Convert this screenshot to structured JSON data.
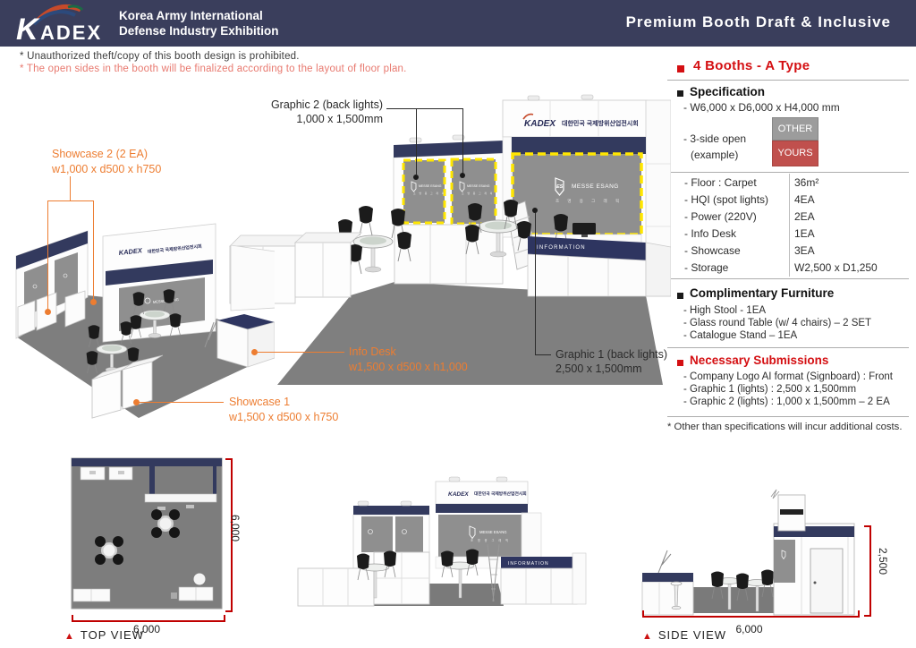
{
  "header": {
    "logo_k": "K",
    "logo_rest": "ADEX",
    "org_line1": "Korea Army International",
    "org_line2": "Defense Industry Exhibition",
    "title": "Premium Booth Draft & Inclusive"
  },
  "notes": {
    "line1": "* Unauthorized theft/copy of this booth design is prohibited.",
    "line2": "* The open sides in the booth will be finalized according to the layout of floor plan."
  },
  "panel": {
    "booth_type": "4 Booths - A Type",
    "spec_title": "Specification",
    "spec_dimension": "- W6,000 x D6,000 x H4,000 mm",
    "side_open_line1": "- 3-side open",
    "side_open_line2": "(example)",
    "other_label": "OTHER",
    "yours_label": "YOURS",
    "spec_rows": [
      {
        "label": "- Floor : Carpet",
        "value": "36m²"
      },
      {
        "label": "- HQI (spot lights)",
        "value": "4EA"
      },
      {
        "label": "- Power (220V)",
        "value": "2EA"
      },
      {
        "label": "-  Info Desk",
        "value": "1EA"
      },
      {
        "label": "-  Showcase",
        "value": "3EA"
      },
      {
        "label": "-  Storage",
        "value": "W2,500 x D1,250"
      }
    ],
    "furniture_title": "Complimentary Furniture",
    "furniture_items": [
      "- High Stool - 1EA",
      "- Glass round Table (w/ 4 chairs) – 2 SET",
      "- Catalogue Stand – 1EA"
    ],
    "submissions_title": "Necessary Submissions",
    "submission_items": [
      "- Company Logo AI format (Signboard) : Front",
      "- Graphic 1 (lights) : 2,500 x 1,500mm",
      "- Graphic 2 (lights) : 1,000 x 1,500mm – 2 EA"
    ],
    "footer_note": "* Other than specifications will incur additional costs."
  },
  "annotations": {
    "showcase2": {
      "line1": "Showcase 2 (2 EA)",
      "line2": "w1,000 x d500 x h750"
    },
    "graphic2": {
      "line1": "Graphic 2 (back lights)",
      "line2": "1,000 x 1,500mm"
    },
    "info_desk": {
      "line1": "Info Desk",
      "line2": "w1,500 x d500 x h1,000"
    },
    "showcase1": {
      "line1": "Showcase 1",
      "line2": "w1,500 x d500 x h750"
    },
    "graphic1": {
      "line1": "Graphic 1 (back lights)",
      "line2": "2,500 x 1,500mm"
    }
  },
  "boothGraphics": {
    "kadex": "KADEX",
    "sign_korean": "대한민국 국제방위산업전시회",
    "messe_esang": "MESSE ESANG",
    "messe_sub": "조 명 용 그 래 픽",
    "shield_text": "ES",
    "information": "INFORMATION"
  },
  "views": {
    "top": {
      "marker": "▲",
      "label": "TOP VIEW",
      "width_dim": "6,000",
      "depth_dim": "6,000"
    },
    "side": {
      "marker": "▲",
      "label": "SIDE VIEW",
      "width_dim": "6,000",
      "height_dim": "2,500"
    }
  },
  "colors": {
    "header_navy": "#3a3e5c",
    "booth_navy": "#333a5e",
    "accent_red": "#d40f12",
    "note_red": "#e8796f",
    "annotation_orange": "#ed7d31",
    "yours_red": "#c0504d",
    "other_gray": "#9c9c9c",
    "dimension_red": "#c00000",
    "graphic_gray": "#8f8f8f",
    "highlight_yellow": "#ffe600"
  }
}
